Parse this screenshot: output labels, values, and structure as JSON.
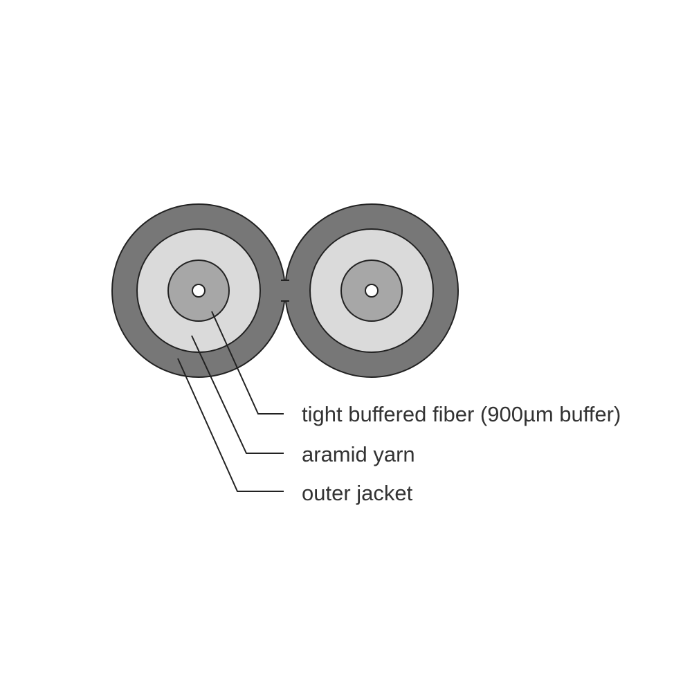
{
  "colors": {
    "outer_jacket": "#777777",
    "aramid_yarn": "#dadada",
    "tight_buffer": "#a7a7a7",
    "fiber_core": "#ffffff",
    "stroke": "#222222",
    "label_text": "#333333"
  },
  "labels": {
    "tight_buffered_fiber": "tight buffered fiber (900µm buffer)",
    "aramid_yarn": "aramid yarn",
    "outer_jacket": "outer jacket"
  }
}
